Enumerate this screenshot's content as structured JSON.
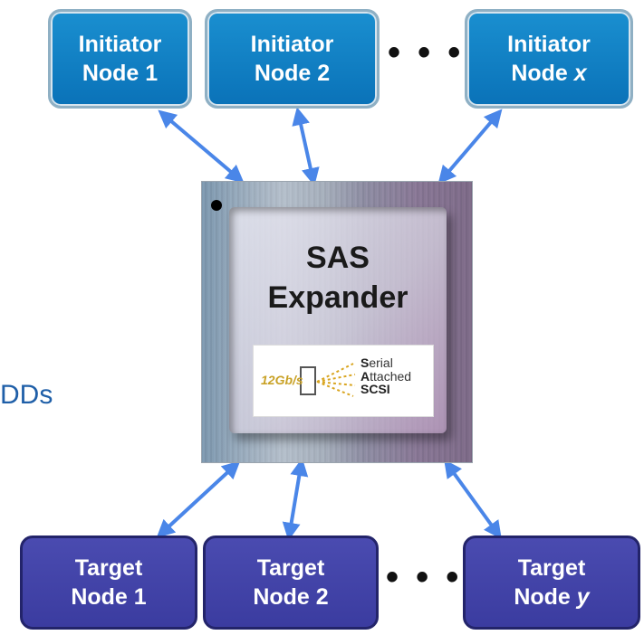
{
  "initiators": [
    {
      "line1": "Initiator",
      "line2": "Node 1",
      "italic_suffix": ""
    },
    {
      "line1": "Initiator",
      "line2": "Node 2",
      "italic_suffix": ""
    },
    {
      "line1": "Initiator",
      "line2": "Node ",
      "italic_suffix": "x"
    }
  ],
  "targets": [
    {
      "line1": "Target",
      "line2": "Node 1",
      "italic_suffix": ""
    },
    {
      "line1": "Target",
      "line2": "Node 2",
      "italic_suffix": ""
    },
    {
      "line1": "Target",
      "line2": "Node ",
      "italic_suffix": "y"
    }
  ],
  "ellipsis": "• • •",
  "expander": {
    "line1": "SAS",
    "line2": "Expander",
    "logo": {
      "rate": "12Gb/s",
      "word1_initial": "S",
      "word1_rest": "erial",
      "word2_initial": "A",
      "word2_rest": "ttached",
      "word3": "SCSI"
    }
  },
  "side_text": "DDs",
  "colors": {
    "initiator": "#0a7fc4",
    "target": "#3f40a8",
    "arrow": "#4a86e8",
    "side_text": "#1f5fa8"
  }
}
